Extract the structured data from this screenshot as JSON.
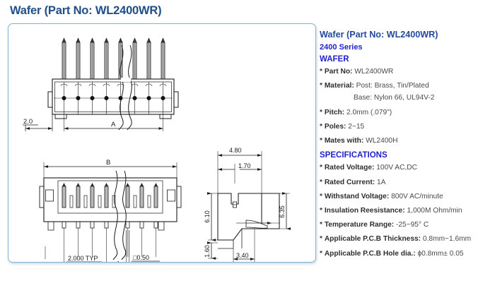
{
  "page": {
    "title": "Wafer (Part No: WL2400WR)"
  },
  "spec": {
    "title": "Wafer (Part No: WL2400WR)",
    "series": "2400 Series",
    "heading_wafer": "WAFER",
    "heading_specifications": "SPECIFICATIONS",
    "bullet": "*",
    "rows": [
      {
        "label": "Part No:",
        "value": "WL2400WR"
      },
      {
        "label": "Material:",
        "value": "Post: Brass, Tin/Plated"
      },
      {
        "label": "",
        "value": "Base: Nylon 66, UL94V-2"
      },
      {
        "label": "Pitch:",
        "value": "2.0mm (.079\")"
      },
      {
        "label": "Poles:",
        "value": "2~15"
      },
      {
        "label": "Mates with:",
        "value": "WL2400H"
      },
      {
        "label": "Rated Voltage:",
        "value": "100V AC,DC"
      },
      {
        "label": "Rated Current:",
        "value": "1A"
      },
      {
        "label": "Withstand Voltage:",
        "value": "800V AC/minute"
      },
      {
        "label": "Insulation Reesistance:",
        "value": "1,000M Ohm/min"
      },
      {
        "label": "Temperature Range:",
        "value": "-25~95° C"
      },
      {
        "label": "Applicable P.C.B Thickness:",
        "value": "0.8mm~1.6mm"
      },
      {
        "label": "Applicable P.C.B Hole dia.:",
        "value": "ɸ0.8mm± 0.05"
      }
    ]
  },
  "drawing": {
    "top_view": {
      "dim_pitch": "2.0",
      "dim_overall": "A",
      "pin_count": 8
    },
    "front_view": {
      "dim_overall": "B",
      "dim_pitch": "2.000  TYP",
      "dim_pin": "□0.50"
    },
    "side_view": {
      "dim_width": "4.80",
      "dim_slot": "1.70",
      "dim_height": "6.10",
      "dim_height_right": "6.35",
      "dim_tail": "1.60",
      "dim_bottom": "3.40"
    }
  },
  "colors": {
    "title_navy": "#1f4e87",
    "heading_blue": "#2222cc",
    "panel_border": "#7fb3d3",
    "line": "#1a1a1a",
    "pin_fill": "#b8b8b8"
  }
}
